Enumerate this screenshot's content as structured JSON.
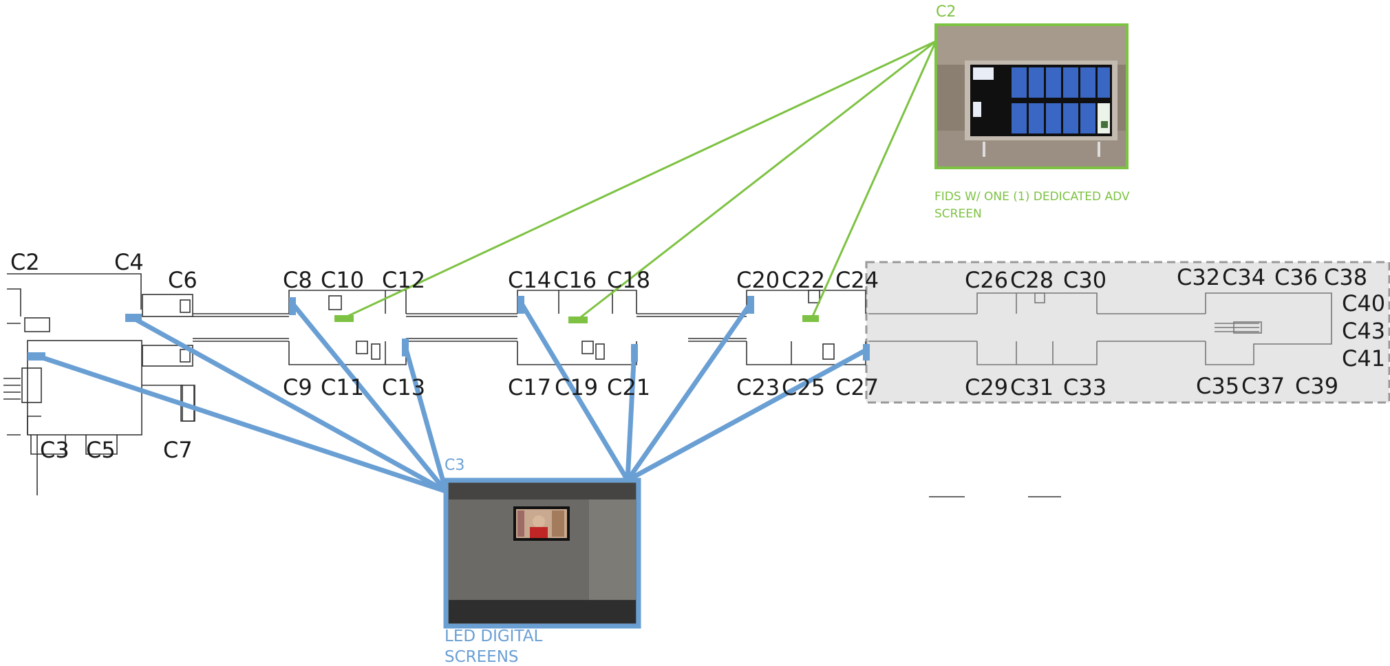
{
  "colors": {
    "green": "#7dc242",
    "blue": "#6a9fd4",
    "wall": "#333333",
    "shade": "#e6e6e6",
    "dash": "#999999"
  },
  "gates": {
    "c2": "C2",
    "c4": "C4",
    "c6": "C6",
    "c8": "C8",
    "c10": "C10",
    "c12": "C12",
    "c14": "C14",
    "c16": "C16",
    "c18": "C18",
    "c20": "C20",
    "c22": "C22",
    "c24": "C24",
    "c26": "C26",
    "c28": "C28",
    "c30": "C30",
    "c32": "C32",
    "c34": "C34",
    "c36": "C36",
    "c38": "C38",
    "c40": "C40",
    "c43": "C43",
    "c41": "C41",
    "c3": "C3",
    "c5": "C5",
    "c7": "C7",
    "c9": "C9",
    "c11": "C11",
    "c13": "C13",
    "c17": "C17",
    "c19": "C19",
    "c21": "C21",
    "c23": "C23",
    "c25": "C25",
    "c27": "C27",
    "c29": "C29",
    "c31": "C31",
    "c33": "C33",
    "c35": "C35",
    "c37": "C37",
    "c39": "C39"
  },
  "callouts": {
    "fids": {
      "tag": "C2",
      "caption_line1": "FIDS W/ ONE (1) DEDICATED ADV",
      "caption_line2": "SCREEN"
    },
    "led": {
      "tag": "C3",
      "caption_line1": "LED DIGITAL",
      "caption_line2": "SCREENS"
    }
  }
}
